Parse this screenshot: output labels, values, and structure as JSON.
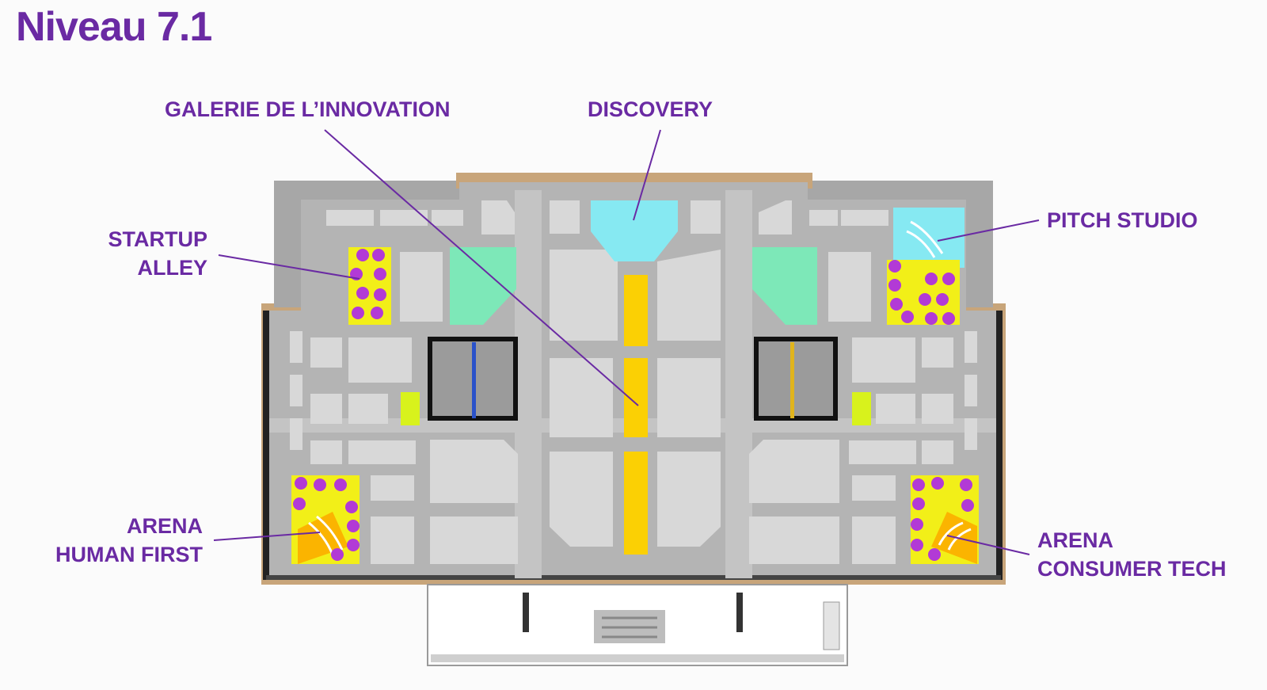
{
  "page": {
    "title": "Niveau 7.1"
  },
  "zones": {
    "galerie": {
      "lines": [
        "GALERIE DE L’INNOVATION"
      ]
    },
    "discovery": {
      "lines": [
        "DISCOVERY"
      ]
    },
    "startup": {
      "lines": [
        "STARTUP",
        "ALLEY"
      ]
    },
    "pitch": {
      "lines": [
        "PITCH STUDIO"
      ]
    },
    "arena_hf": {
      "lines": [
        "ARENA",
        "HUMAN FIRST"
      ]
    },
    "arena_ct": {
      "lines": [
        "ARENA",
        "CONSUMER TECH"
      ]
    }
  },
  "colors": {
    "accent": "#6a2aa3",
    "floor": "#b3b3b3",
    "booth": "#d9d9d9",
    "discovery": "#86e9f2",
    "galerie": "#fbd004",
    "green_zone": "#7de8b8",
    "startup_bg": "#f2ef18",
    "hex_fill": "#b23ad6",
    "lime": "#d8f21c"
  }
}
